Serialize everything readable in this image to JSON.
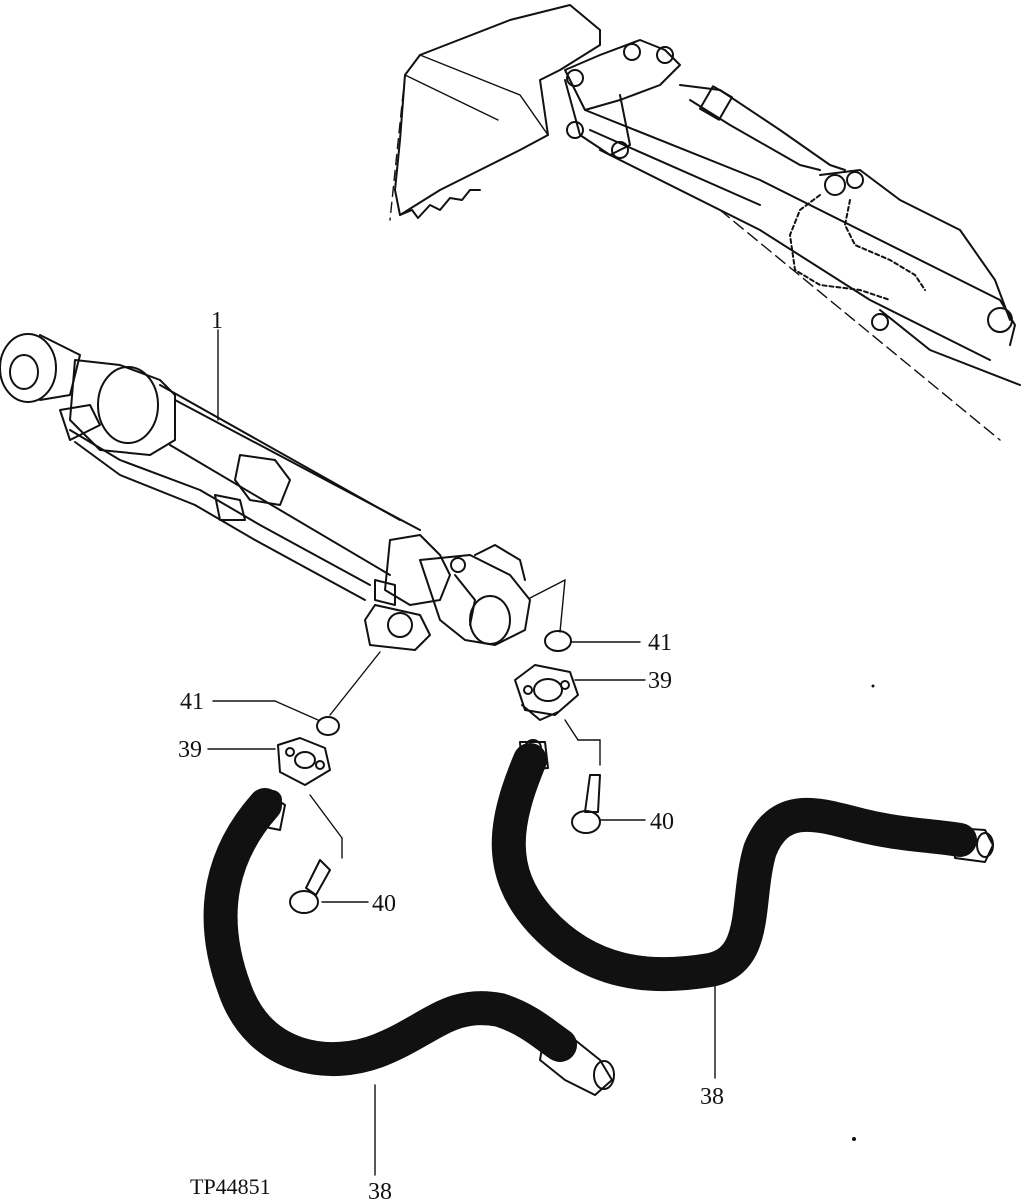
{
  "figure_id": "TP44851",
  "callouts": {
    "cylinder": "1",
    "hose_left": "38",
    "hose_right": "38",
    "flange_left": "39",
    "flange_right": "39",
    "screw_left": "40",
    "screw_right": "40",
    "oring_left": "41",
    "oring_right": "41"
  }
}
